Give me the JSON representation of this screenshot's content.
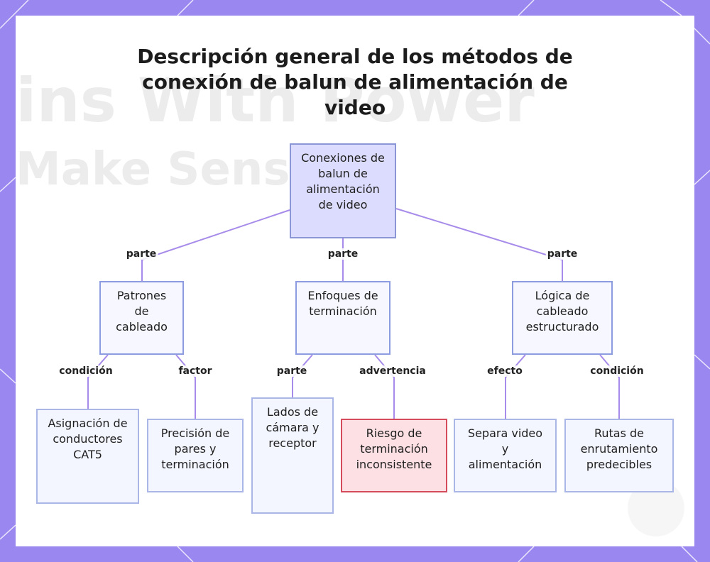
{
  "diagram": {
    "title": "Descripción general de los métodos de conexión de balun de alimentación de video",
    "nodes": {
      "root": "Conexiones de balun de alimentación de video",
      "patrones": "Patrones de cableado",
      "enfoques": "Enfoques de terminación",
      "logica": "Lógica de cableado estructurado",
      "asignacion": "Asignación de conductores CAT5",
      "precision": "Precisión de pares y terminación",
      "lados": "Lados de cámara y receptor",
      "riesgo": "Riesgo de terminación inconsistente",
      "separa": "Separa video y alimentación",
      "rutas": "Rutas de enrutamiento predecibles"
    },
    "edges": {
      "root_patrones": "parte",
      "root_enfoques": "parte",
      "root_logica": "parte",
      "patrones_asignacion": "condición",
      "patrones_precision": "factor",
      "enfoques_lados": "parte",
      "enfoques_riesgo": "advertencia",
      "logica_separa": "efecto",
      "logica_rutas": "condición"
    },
    "colors": {
      "frame": "#9b87f0",
      "edge_line": "#a78bea",
      "root_fill": "#dcdcff",
      "node_fill": "#f3f5ff",
      "warning_fill": "#fde0e4",
      "warning_border": "#d64b5b"
    }
  }
}
